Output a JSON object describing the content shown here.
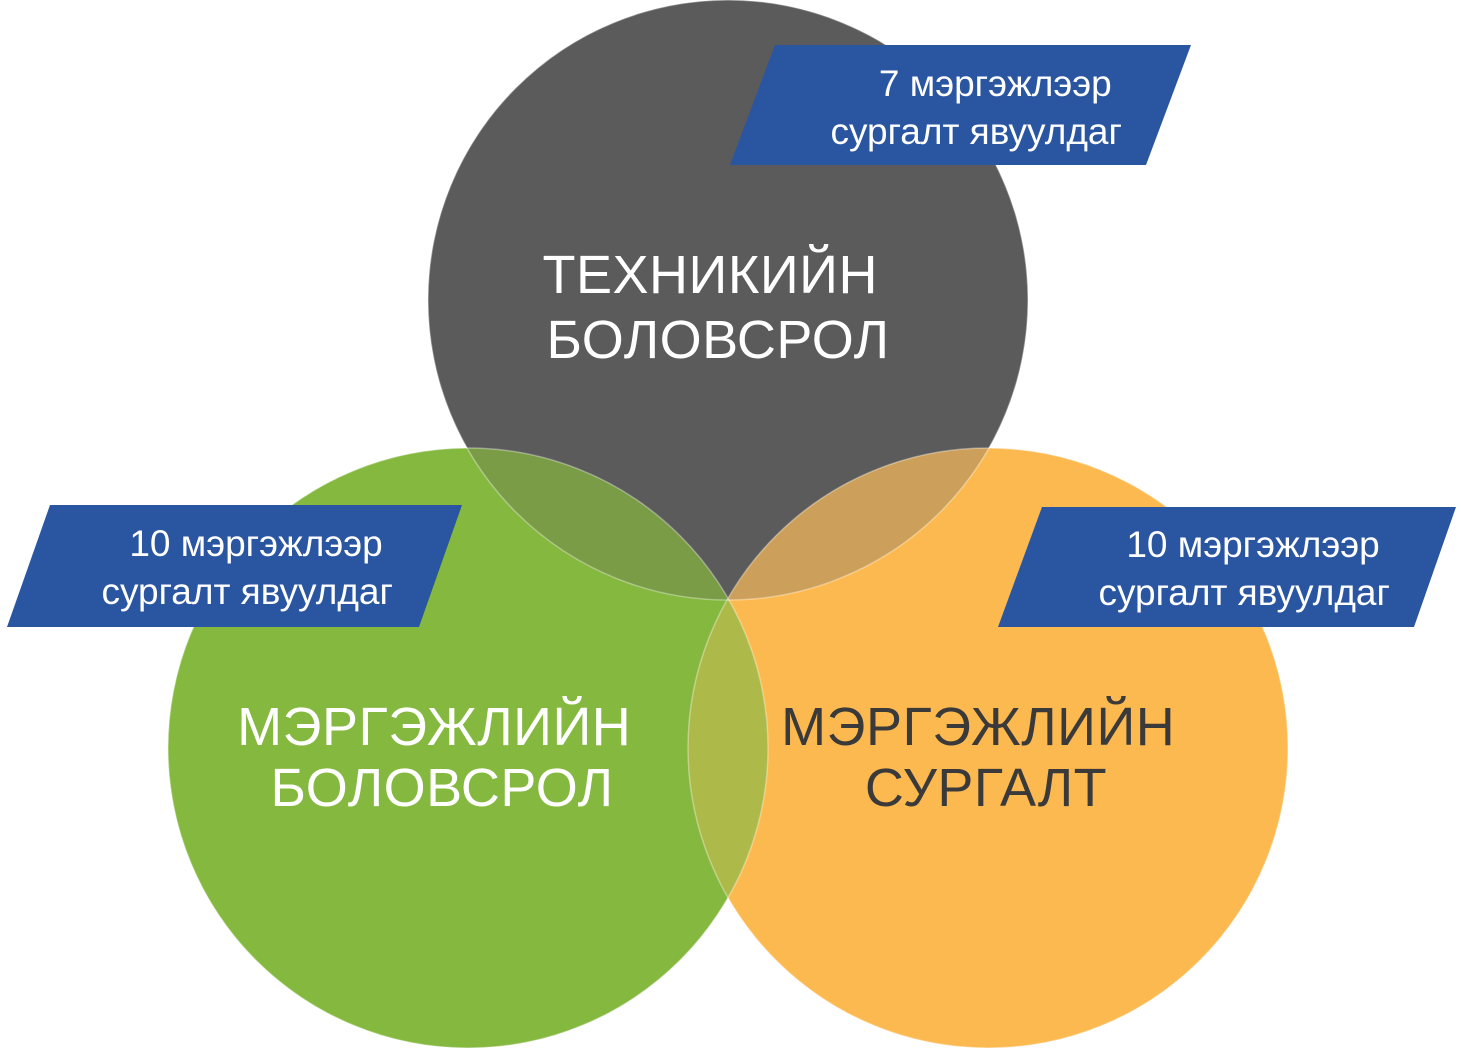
{
  "colors": {
    "circle_dark": "#5b5b5b",
    "circle_green": "#84b83f",
    "circle_orange": "#fcb950",
    "overlap_dark_green": "#7a9c47",
    "overlap_dark_orange": "#cca05a",
    "overlap_green_orange": "#adba4a",
    "tag_fill": "#2a55a0",
    "text_light": "#ffffff",
    "text_dark": "#3a3a3a"
  },
  "circles": {
    "top": {
      "line1": "ТЕХНИКИЙН",
      "line2": "БОЛОВСРОЛ"
    },
    "left": {
      "line1": "МЭРГЭЖЛИЙН",
      "line2": "БОЛОВСРОЛ"
    },
    "right": {
      "line1": "МЭРГЭЖЛИЙН",
      "line2": "СУРГАЛТ"
    }
  },
  "tags": {
    "top": {
      "line1": "7 мэргэжлээр",
      "line2": "сургалт явуулдаг"
    },
    "left": {
      "line1": "10 мэргэжлээр",
      "line2": "сургалт явуулдаг"
    },
    "right": {
      "line1": "10 мэргэжлээр",
      "line2": "сургалт явуулдаг"
    }
  }
}
